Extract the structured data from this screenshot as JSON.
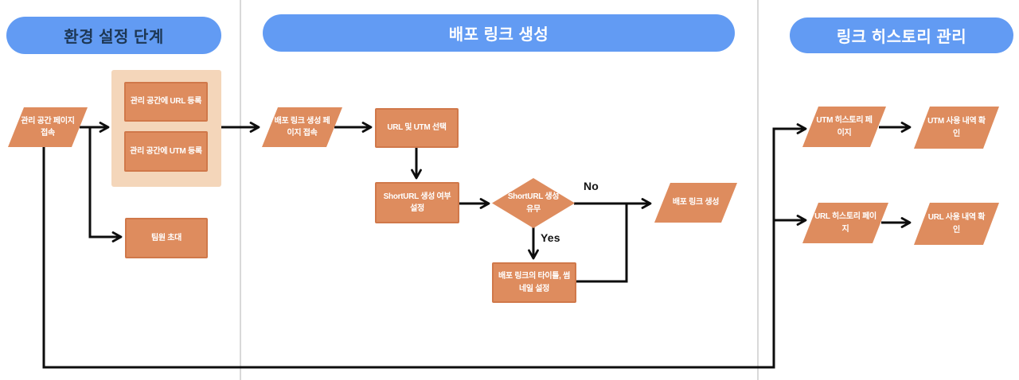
{
  "colors": {
    "blue": "#629bf3",
    "header_dark": "#1d3754",
    "orange": "#de8c5e",
    "orange_border": "#d0784a",
    "peach": "#f4d6ba",
    "line": "#0d0d0d",
    "divider": "#d9d9d9"
  },
  "sections": [
    {
      "title": "환경 설정 단계"
    },
    {
      "title": "배포 링크 생성"
    },
    {
      "title": "링크 히스토리 관리"
    }
  ],
  "nodes": {
    "admin_page": "관리 공간 페이지 접속",
    "register_url": "관리 공간에 URL 등록",
    "register_utm": "관리 공간에 UTM 등록",
    "invite_member": "팀원 초대",
    "deploy_page": "배포 링크 생성 페이지 접속",
    "select_url_utm": "URL 및 UTM 선택",
    "shorturl_setting": "ShortURL 생성 여부 설정",
    "shorturl_decision": "ShortURL 생성 유무",
    "title_thumbnail": "배포 링크의 타이틀, 썸네일 설정",
    "create_link": "배포 링크 생성",
    "utm_history_page": "UTM 히스토리 페이지",
    "utm_usage_check": "UTM 사용 내역 확인",
    "url_history_page": "URL 히스토리 페이지",
    "url_usage_check": "URL 사용 내역 확인"
  },
  "edge_labels": {
    "no": "No",
    "yes": "Yes"
  }
}
